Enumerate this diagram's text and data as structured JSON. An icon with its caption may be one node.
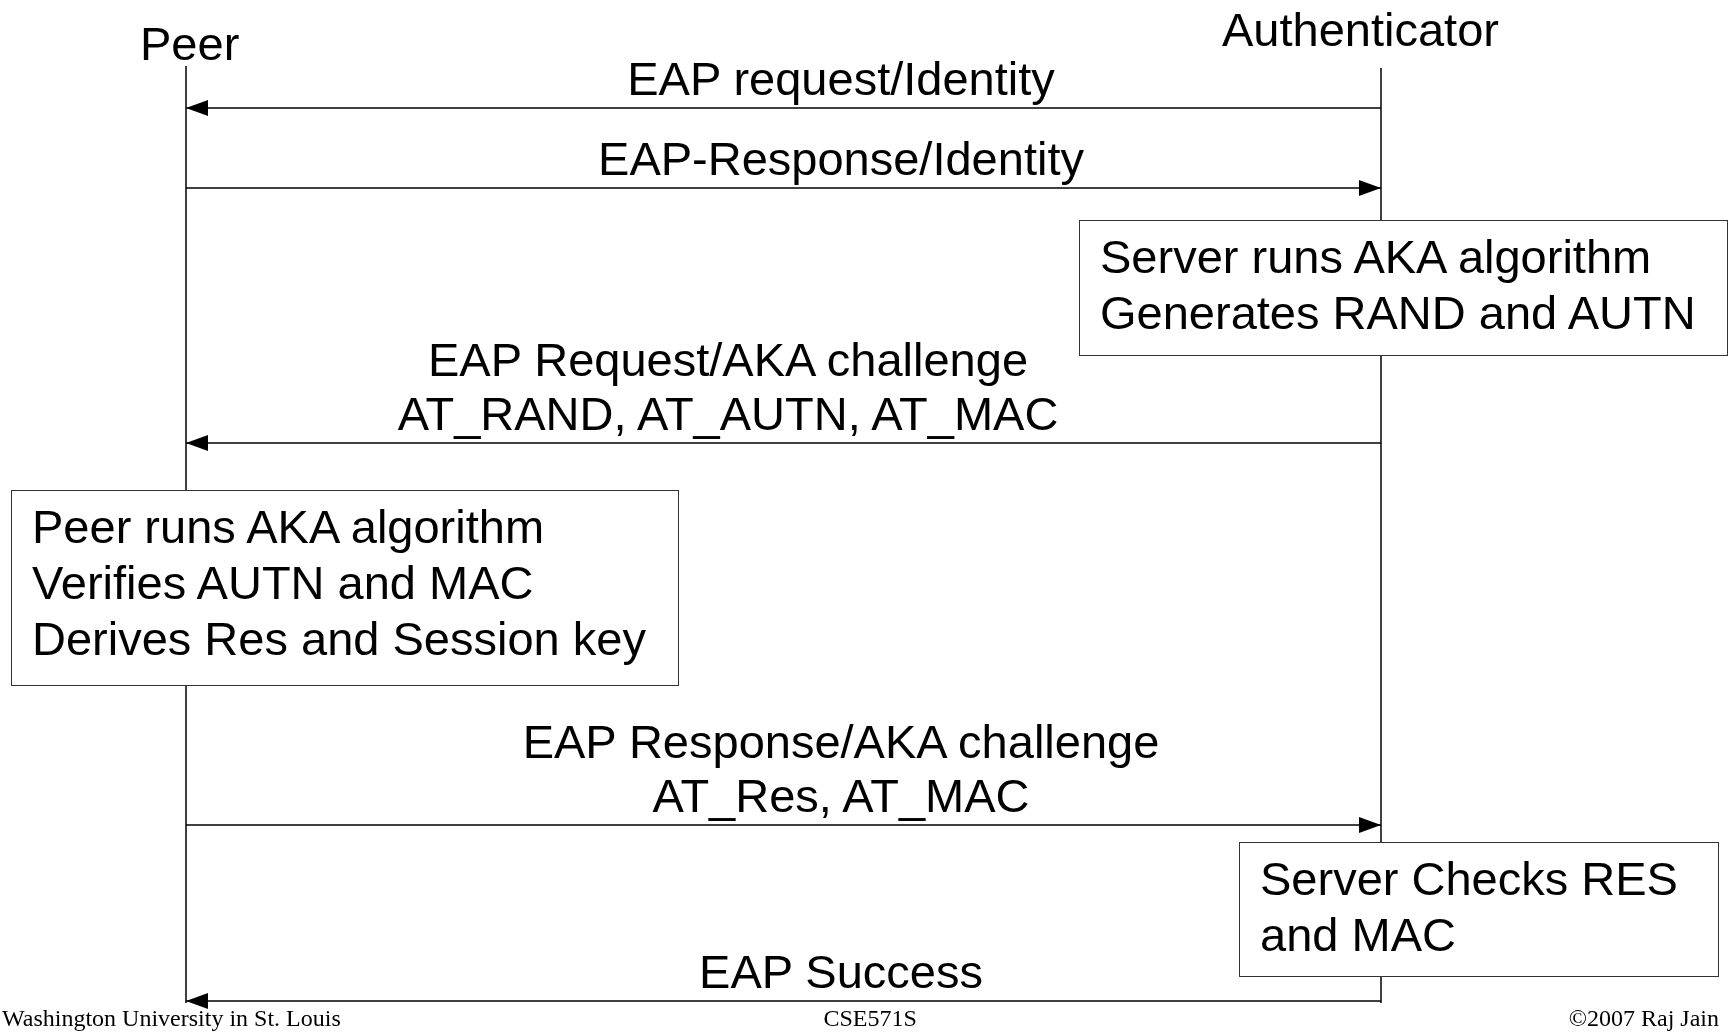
{
  "diagram": {
    "nodes": [
      {
        "text": [
          "Peer"
        ]
      },
      {
        "text": [
          "Authenticator"
        ]
      },
      {
        "text": [
          "Server runs AKA algorithm",
          "Generates RAND and AUTN"
        ]
      },
      {
        "text": [
          "Peer runs AKA algorithm",
          "Verifies AUTN and MAC",
          "Derives Res and Session key"
        ]
      },
      {
        "text": [
          "Server Checks RES and MAC"
        ]
      }
    ],
    "edges": [
      {
        "from": 1,
        "to": 0,
        "arrow": "to",
        "label": "EAP request/Identity"
      },
      {
        "from": 0,
        "to": 1,
        "arrow": "to",
        "label": "EAP-Response/Identity"
      },
      {
        "from": 1,
        "to": 0,
        "arrow": "to",
        "label": "EAP Request/AKA challenge AT_RAND, AT_AUTN, AT_MAC"
      },
      {
        "from": 0,
        "to": 1,
        "arrow": "to",
        "label": "EAP Response/AKA challenge AT_Res, AT_MAC"
      },
      {
        "from": 1,
        "to": 0,
        "arrow": "to",
        "label": "EAP Success"
      }
    ],
    "labels": [
      "Washington University in St. Louis",
      "CSE571S",
      "©2007 Raj Jain"
    ]
  }
}
